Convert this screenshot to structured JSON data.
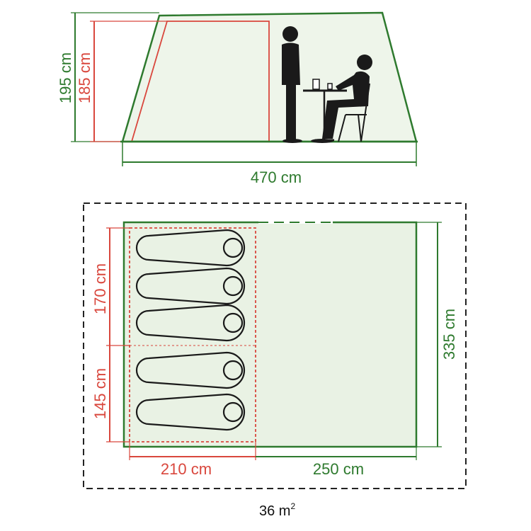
{
  "colors": {
    "outer": "#2e7a2e",
    "inner": "#d9473d",
    "floor_fill": "#e9f2e4",
    "figure": "#1a1a1a",
    "dashed": "#222222",
    "text": "#111111"
  },
  "side_view": {
    "outer_height": "195 cm",
    "inner_height": "185 cm",
    "length": "470 cm"
  },
  "floor_plan": {
    "depth": "335 cm",
    "bedroom_1_width": "170 cm",
    "bedroom_2_width": "145 cm",
    "bedroom_length": "210 cm",
    "living_length": "250 cm",
    "area_value": "36 m",
    "area_exp": "2"
  },
  "icons": {
    "standing": "standing-person-icon",
    "seated": "seated-person-icon",
    "table": "table-icon",
    "chair": "chair-icon",
    "sleeping_bag": "sleeping-bag-icon"
  }
}
